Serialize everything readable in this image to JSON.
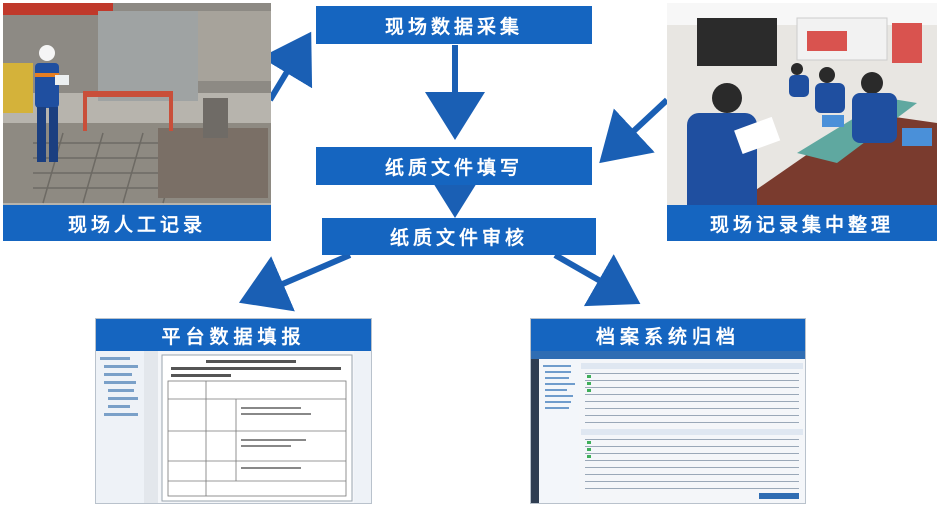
{
  "nodes": {
    "collect": "现场数据采集",
    "fill": "纸质文件填写",
    "review": "纸质文件审核"
  },
  "photos": {
    "left_caption": "现场人工记录",
    "right_caption": "现场记录集中整理"
  },
  "outputs": {
    "platform": "平台数据填报",
    "archive": "档案系统归档"
  },
  "colors": {
    "primary": "#1565c0",
    "arrow": "#1a5fb4"
  }
}
